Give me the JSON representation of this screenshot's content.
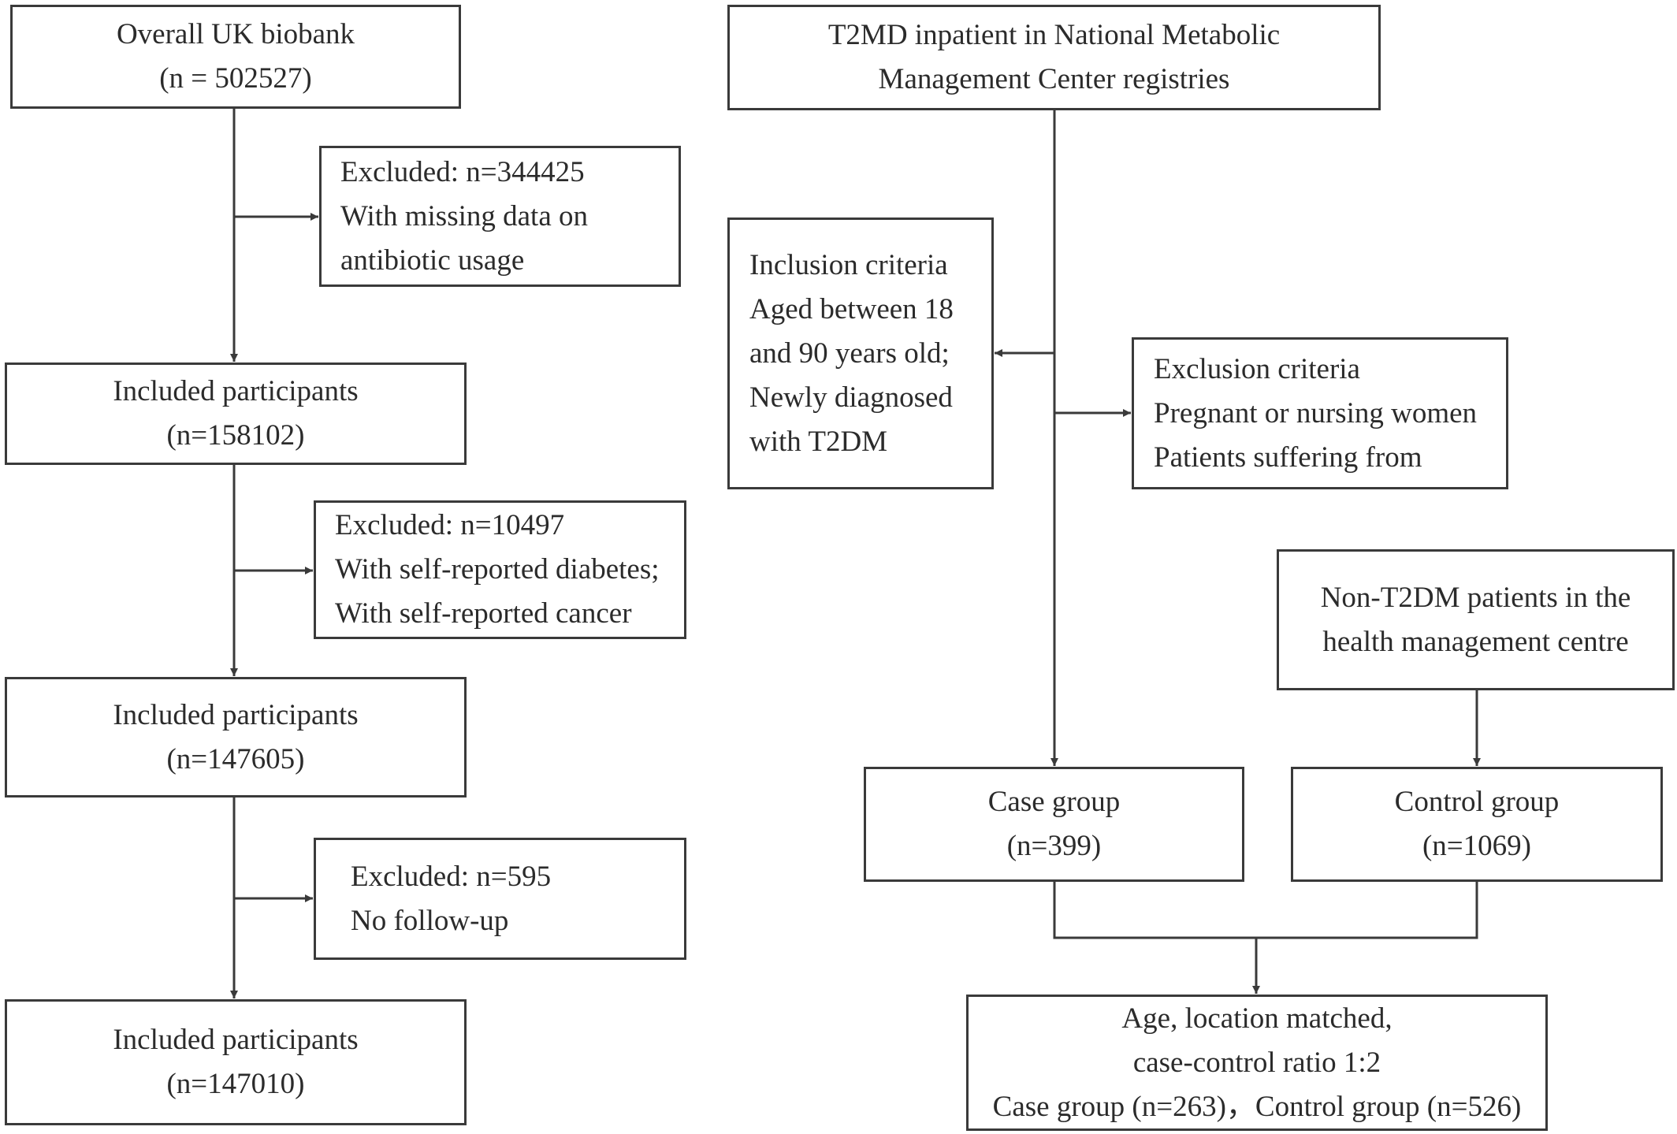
{
  "uk_biobank": {
    "overall": {
      "title": "Overall UK biobank",
      "count": "(n = 502527)"
    },
    "exclusion_1": {
      "title": "Excluded: n=344425",
      "line2": "With missing data on",
      "line3": "antibiotic usage"
    },
    "included_1": {
      "title": "Included participants",
      "count": "(n=158102)"
    },
    "exclusion_2": {
      "title": "Excluded: n=10497",
      "line2": "With self-reported diabetes;",
      "line3": "With self-reported cancer"
    },
    "included_2": {
      "title": "Included participants",
      "count": "(n=147605)"
    },
    "exclusion_3": {
      "title": "Excluded: n=595",
      "line2": "No follow-up"
    },
    "included_3": {
      "title": "Included participants",
      "count": "(n=147010)"
    }
  },
  "case_control": {
    "source": {
      "line1": "T2MD inpatient in National Metabolic",
      "line2": "Management Center registries"
    },
    "inclusion": {
      "title": "Inclusion criteria",
      "line2": "Aged between 18",
      "line3": "and 90 years old;",
      "line4": "Newly diagnosed",
      "line5": "with T2DM"
    },
    "exclusion": {
      "title": "Exclusion criteria",
      "line2": "Pregnant or nursing women",
      "line3": "Patients suffering from"
    },
    "non_t2dm": {
      "line1": "Non-T2DM patients in the",
      "line2": "health management centre"
    },
    "case_group": {
      "title": "Case group",
      "count": "(n=399)"
    },
    "control_group": {
      "title": "Control group",
      "count": "(n=1069)"
    },
    "matched": {
      "line1": "Age, location matched,",
      "line2": "case-control ratio 1:2",
      "line3": "Case group (n=263)，Control group (n=526)"
    }
  }
}
